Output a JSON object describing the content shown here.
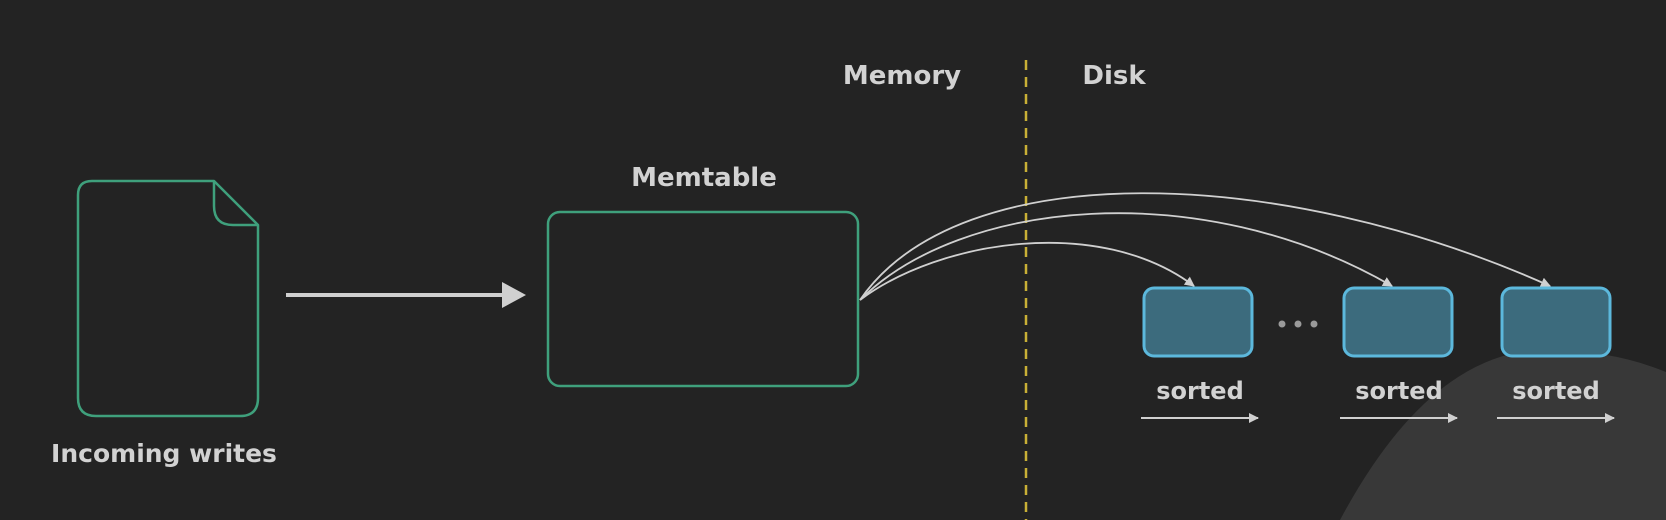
{
  "labels": {
    "memory": "Memory",
    "disk": "Disk",
    "memtable": "Memtable",
    "incoming_writes": "Incoming writes",
    "sorted": [
      "sorted",
      "sorted",
      "sorted"
    ]
  },
  "colors": {
    "background": "#232323",
    "green_outline": "#3fa07c",
    "divider": "#c9b036",
    "sstable_fill": "#3c6b7d",
    "sstable_border": "#5cb8dc",
    "arrow": "#d0d0d0",
    "text": "#d2d2d2",
    "dots": "#9a9a9a"
  },
  "icons": {
    "document": "document-icon",
    "ellipsis": "ellipsis-icon"
  }
}
